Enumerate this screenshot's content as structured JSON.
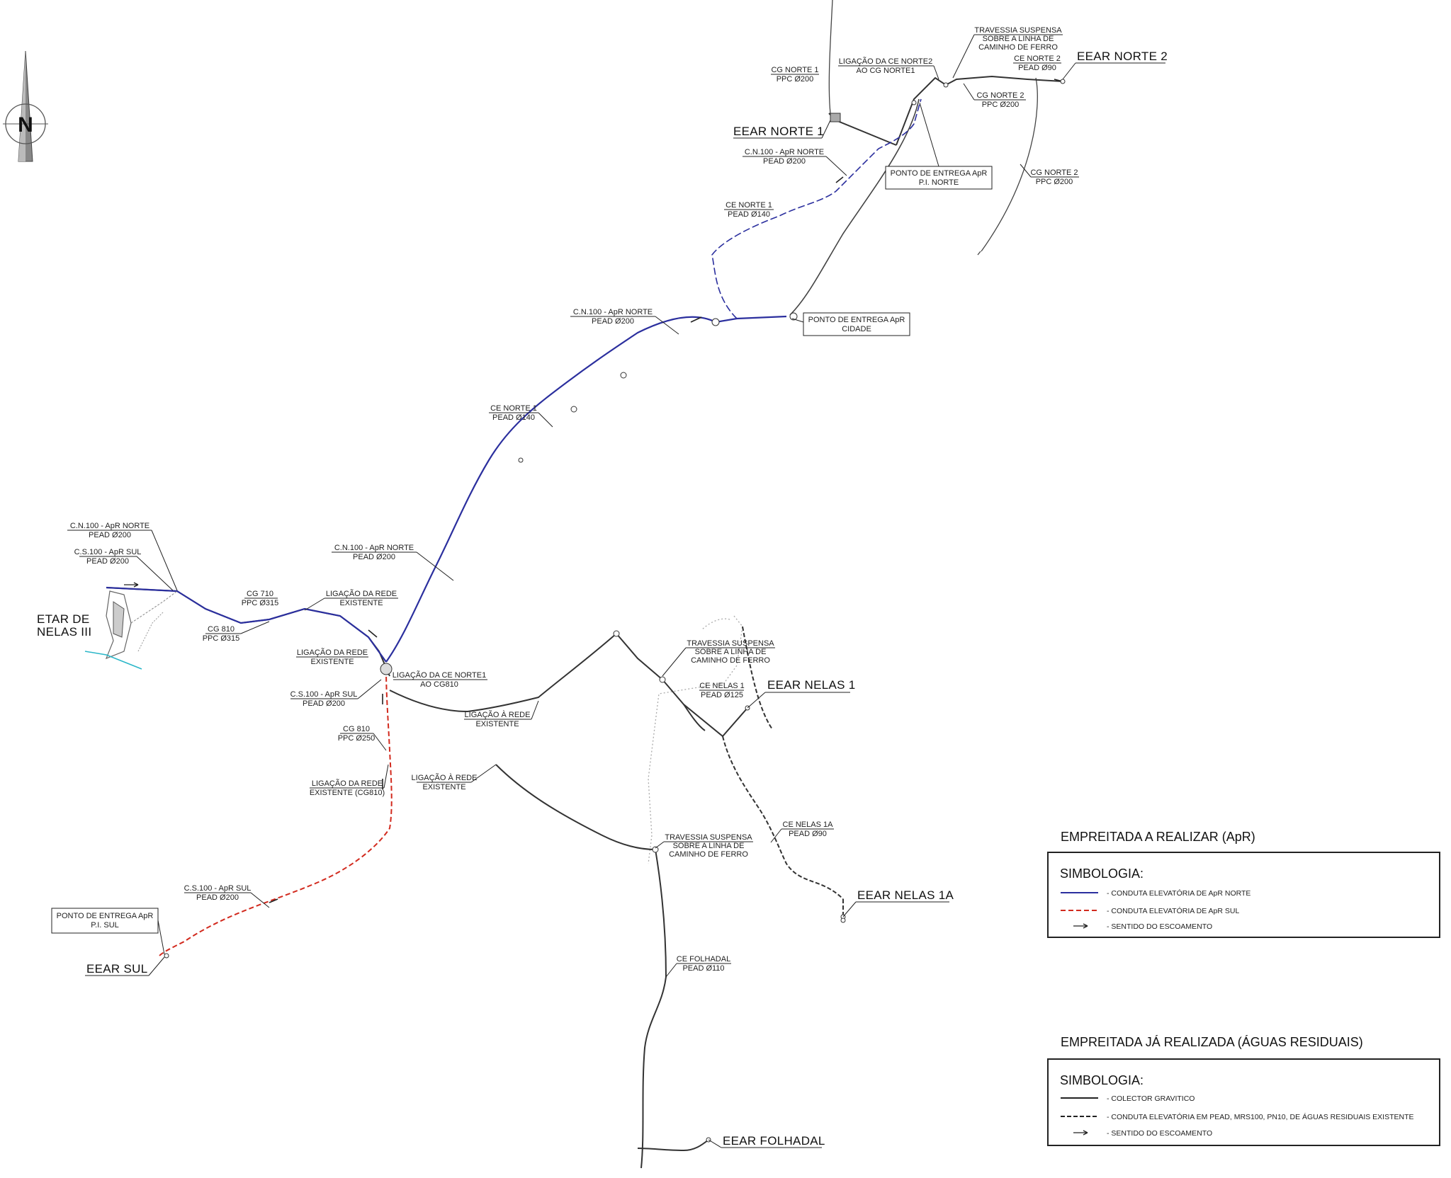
{
  "north_arrow": {
    "letter": "N",
    "icon": "north-arrow-icon"
  },
  "stations": {
    "etar_line1": "ETAR DE",
    "etar_line2": "NELAS III",
    "eear_norte_1": "EEAR NORTE 1",
    "eear_norte_2": "EEAR NORTE 2",
    "eear_nelas_1": "EEAR NELAS 1",
    "eear_nelas_1a": "EEAR NELAS 1A",
    "eear_sul": "EEAR SUL",
    "eear_folhadal": "EEAR FOLHADAL"
  },
  "labels": {
    "cg_norte1_a": "CG NORTE 1",
    "cg_norte1_b": "PPC Ø200",
    "lig_ce_norte2_a": "LIGAÇÃO DA CE NORTE2",
    "lig_ce_norte2_b": "AO CG NORTE1",
    "trav_top_a": "TRAVESSIA SUSPENSA",
    "trav_top_b": "SOBRE A LINHA DE",
    "trav_top_c": "CAMINHO DE FERRO",
    "ce_norte2_a": "CE NORTE 2",
    "ce_norte2_b": "PEAD Ø90",
    "cg_norte2_a": "CG NORTE 2",
    "cg_norte2_b": "PPC Ø200",
    "cg_norte2r_a": "CG NORTE 2",
    "cg_norte2r_b": "PPC Ø200",
    "cn100_top_a": "C.N.100 - ApR NORTE",
    "cn100_top_b": "PEAD Ø200",
    "ponto_pi_norte_a": "PONTO DE ENTREGA ApR",
    "ponto_pi_norte_b": "P.I. NORTE",
    "ce_norte1_top_a": "CE NORTE 1",
    "ce_norte1_top_b": "PEAD Ø140",
    "cn100_mid_a": "C.N.100 - ApR NORTE",
    "cn100_mid_b": "PEAD Ø200",
    "ponto_cidade_a": "PONTO DE ENTREGA ApR",
    "ponto_cidade_b": "CIDADE",
    "ce_norte1_mid_a": "CE NORTE 1",
    "ce_norte1_mid_b": "PEAD Ø140",
    "cn100_left_a": "C.N.100 - ApR NORTE",
    "cn100_left_b": "PEAD Ø200",
    "cs100_left_a": "C.S.100 - ApR SUL",
    "cs100_left_b": "PEAD Ø200",
    "cn100_low_a": "C.N.100 - ApR NORTE",
    "cn100_low_b": "PEAD Ø200",
    "cg710_a": "CG 710",
    "cg710_b": "PPC Ø315",
    "lig_rede1_a": "LIGAÇÃO DA REDE",
    "lig_rede1_b": "EXISTENTE",
    "cg810_left_a": "CG 810",
    "cg810_left_b": "PPC Ø315",
    "lig_rede2_a": "LIGAÇÃO DA REDE",
    "lig_rede2_b": "EXISTENTE",
    "lig_ce_norte1_a": "LIGAÇÃO DA CE NORTE1",
    "lig_ce_norte1_b": "AO CG810",
    "cs100_mid_a": "C.S.100 - ApR SUL",
    "cs100_mid_b": "PEAD Ø200",
    "lig_a_rede1_a": "LIGAÇÃO À REDE",
    "lig_a_rede1_b": "EXISTENTE",
    "cg810_mid_a": "CG 810",
    "cg810_mid_b": "PPC Ø250",
    "lig_rede3_a": "LIGAÇÃO DA REDE",
    "lig_rede3_b": "EXISTENTE (CG810)",
    "lig_a_rede2_a": "LIGAÇÃO À REDE",
    "lig_a_rede2_b": "EXISTENTE",
    "trav_mid_a": "TRAVESSIA SUSPENSA",
    "trav_mid_b": "SOBRE A LINHA DE",
    "trav_mid_c": "CAMINHO DE FERRO",
    "ce_nelas1_a": "CE NELAS 1",
    "ce_nelas1_b": "PEAD Ø125",
    "ce_nelas1a_a": "CE NELAS 1A",
    "ce_nelas1a_b": "PEAD Ø90",
    "trav_low_a": "TRAVESSIA SUSPENSA",
    "trav_low_b": "SOBRE A LINHA DE",
    "trav_low_c": "CAMINHO DE FERRO",
    "cs100_low_a": "C.S.100 - ApR SUL",
    "cs100_low_b": "PEAD Ø200",
    "ponto_pi_sul_a": "PONTO DE ENTREGA ApR",
    "ponto_pi_sul_b": "P.I. SUL",
    "ce_folhadal_a": "CE FOLHADAL",
    "ce_folhadal_b": "PEAD Ø110"
  },
  "legend_apr": {
    "header": "EMPREITADA A REALIZAR (ApR)",
    "title": "SIMBOLOGIA:",
    "items": [
      {
        "text": "- CONDUTA ELEVATÓRIA DE ApR NORTE",
        "color": "#2b2f9e"
      },
      {
        "text": "- CONDUTA ELEVATÓRIA DE ApR SUL",
        "color": "#d22a1e"
      },
      {
        "text": "- SENTIDO DO ESCOAMENTO",
        "color": "#222222"
      }
    ]
  },
  "legend_existing": {
    "header": "EMPREITADA JÁ REALIZADA (ÁGUAS RESIDUAIS)",
    "title": "SIMBOLOGIA:",
    "items": [
      {
        "text": "- COLECTOR GRAVITICO",
        "color": "#222222"
      },
      {
        "text": "- CONDUTA ELEVATÓRIA EM PEAD, MRS100, PN10, DE ÁGUAS RESIDUAIS EXISTENTE",
        "color": "#222222"
      },
      {
        "text": "- SENTIDO DO ESCOAMENTO",
        "color": "#222222"
      }
    ]
  }
}
